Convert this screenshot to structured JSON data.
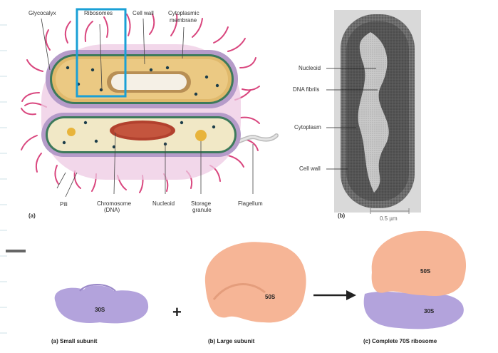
{
  "figure_a": {
    "labels": {
      "glycocalyx": "Glycocalyx",
      "ribosomes": "Ribosomes",
      "cell_wall": "Cell wall",
      "cytoplasmic_membrane_1": "Cytoplasmic",
      "cytoplasmic_membrane_2": "membrane",
      "pili": "Pili",
      "chromosome_1": "Chromosome",
      "chromosome_2": "(DNA)",
      "nucleoid": "Nucleoid",
      "storage_1": "Storage",
      "storage_2": "granule",
      "flagellum": "Flagellum"
    },
    "panel_letter": "(a)",
    "highlight_color": "#1aa0d6"
  },
  "figure_b": {
    "labels": {
      "nucleoid": "Nucleoid",
      "dna_fibrils": "DNA fibrils",
      "cytoplasm": "Cytoplasm",
      "cell_wall": "Cell wall"
    },
    "panel_letter": "(b)",
    "scale": "0.5 µm"
  },
  "ribosome": {
    "small_label": "30S",
    "large_label": "50S",
    "complete_large": "50S",
    "complete_small": "30S",
    "plus": "+",
    "captions": {
      "small": "(a) Small subunit",
      "large": "(b) Large subunit",
      "complete": "(c) Complete 70S ribosome"
    },
    "colors": {
      "small": "#b3a3dc",
      "large": "#f6b596"
    }
  }
}
